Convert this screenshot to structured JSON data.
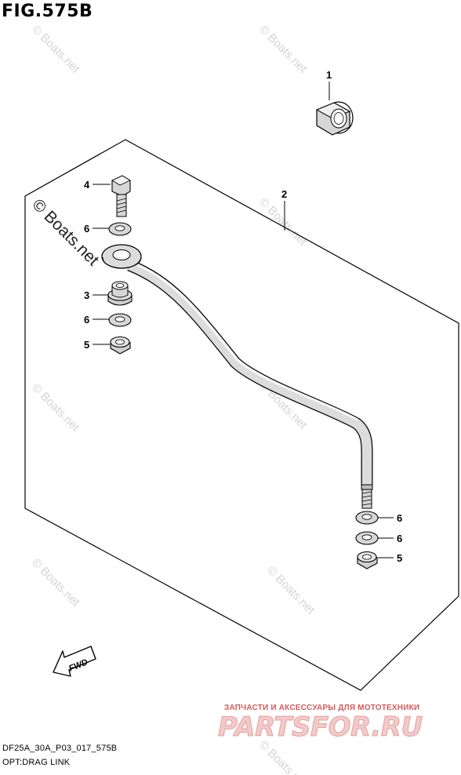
{
  "figure": {
    "title": "FIG.575B",
    "model_code": "DF25A_30A_P03_017_575B",
    "subtitle": "OPT:DRAG LINK"
  },
  "callouts": [
    "1",
    "2",
    "4",
    "6",
    "3",
    "6",
    "5",
    "6",
    "6",
    "5"
  ],
  "direction_label": "FWD",
  "watermark": "© Boats.net",
  "promo": {
    "tagline": "ЗАПЧАСТИ И АКСЕССУАРЫ ДЛЯ МОТОТЕХНИКИ",
    "brand": "PARTSFOR.RU"
  },
  "colors": {
    "line": "#000000",
    "watermark": "#d4d4d4",
    "promo_text": "#d45a5a",
    "promo_brand": "#f3c9c9"
  }
}
